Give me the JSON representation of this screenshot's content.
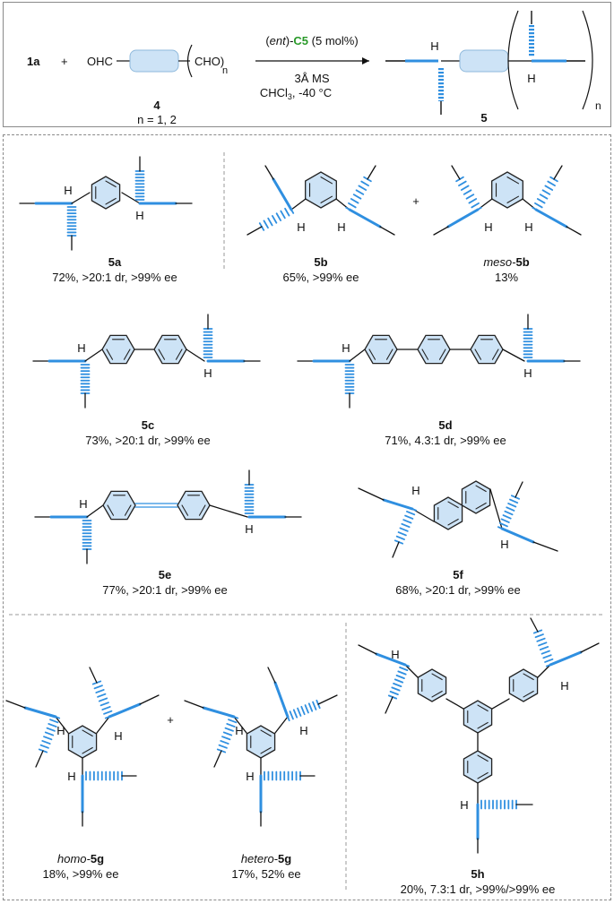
{
  "colors": {
    "bond_highlight": "#2f8fe0",
    "ring_fill": "#cde3f6",
    "ring_stroke": "#222222",
    "green": "#2a9a2a"
  },
  "scheme": {
    "reactant1": "1a",
    "plus": "+",
    "ald_prefix": "OHC",
    "ald_suffix": "CHO)",
    "ald_open": "(",
    "n_sub": "n",
    "cat_italic": "ent",
    "cat_dash": "-",
    "cat_name": "C5",
    "cat_loading": "(5 mol%)",
    "cond1": "3Å MS",
    "cond2a": "CHCl",
    "cond2b": "3",
    "cond2c": ", -40 °C",
    "compound4": "4",
    "n_values": "n = 1, 2",
    "product": "5",
    "product_n": "n",
    "h": "H"
  },
  "compounds": {
    "c5a": {
      "id": "5a",
      "result": "72%, >20:1 dr, >99% ee"
    },
    "c5b": {
      "id": "5b",
      "result": "65%, >99% ee"
    },
    "c5bm": {
      "prefix": "meso-",
      "id": "5b",
      "result": "13%"
    },
    "c5c": {
      "id": "5c",
      "result": "73%, >20:1 dr, >99% ee"
    },
    "c5d": {
      "id": "5d",
      "result": "71%, 4.3:1 dr, >99% ee"
    },
    "c5e": {
      "id": "5e",
      "result": "77%, >20:1 dr, >99% ee"
    },
    "c5f": {
      "id": "5f",
      "result": "68%, >20:1 dr, >99% ee"
    },
    "c5g1": {
      "prefix": "homo-",
      "id": "5g",
      "result": "18%, >99% ee"
    },
    "c5g2": {
      "prefix": "hetero-",
      "id": "5g",
      "result": "17%, 52% ee"
    },
    "c5h": {
      "id": "5h",
      "result": "20%, 7.3:1 dr, >99%/>99% ee"
    }
  },
  "plus_sign": "+",
  "h": "H"
}
